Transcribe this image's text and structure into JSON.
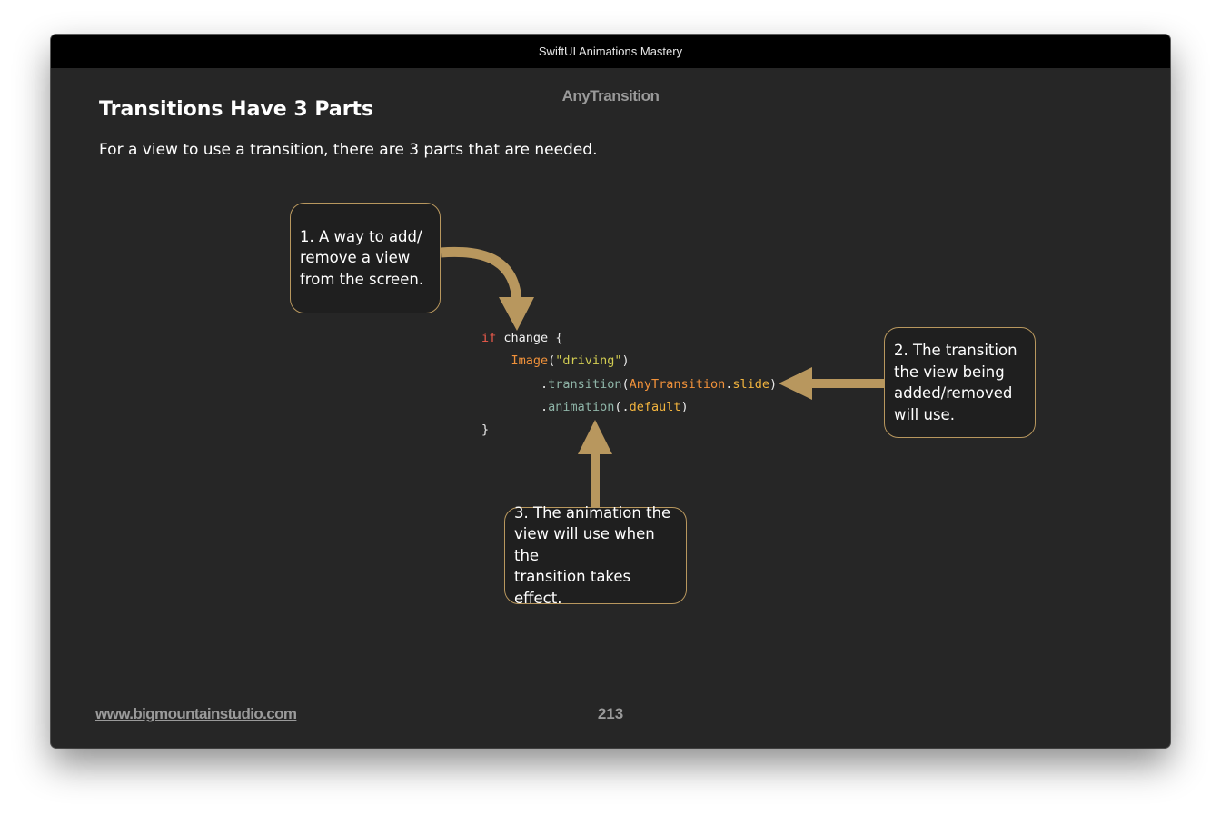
{
  "window": {
    "title": "SwiftUI Animations Mastery"
  },
  "page": {
    "chapter": "AnyTransition",
    "heading": "Transitions Have 3 Parts",
    "intro": "For a view to use a transition, there are 3 parts that are needed."
  },
  "callouts": [
    {
      "lines": [
        "1. A way to add/",
        "remove a view",
        "from the screen."
      ]
    },
    {
      "lines": [
        "2. The transition",
        "the view being",
        "added/removed",
        "will use."
      ]
    },
    {
      "lines": [
        "3. The animation the",
        "view will use when the",
        "transition takes effect."
      ]
    }
  ],
  "code": {
    "line1": {
      "keyword": "if",
      "variable": "change",
      "brace": "{"
    },
    "line2": {
      "type": "Image",
      "open": "(",
      "string": "\"driving\"",
      "close": ")"
    },
    "line3": {
      "dot": ".",
      "method": "transition",
      "open": "(",
      "type": "AnyTransition",
      "dot2": ".",
      "member": "slide",
      "close": ")"
    },
    "line4": {
      "dot": ".",
      "method": "animation",
      "open": "(",
      "dot2": ".",
      "member": "default",
      "close": ")"
    },
    "line5": {
      "brace": "}"
    }
  },
  "footer": {
    "website": "www.bigmountainstudio.com",
    "page_number": "213"
  },
  "colors": {
    "accent": "#b8975e",
    "background": "#262626",
    "keyword": "#ee5a4b",
    "type": "#f0913a",
    "string": "#d2cd52",
    "method": "#8fb5a8",
    "member": "#f2b43e"
  },
  "icons": [
    "curved-arrow-down-icon",
    "arrow-left-icon",
    "arrow-up-icon"
  ]
}
